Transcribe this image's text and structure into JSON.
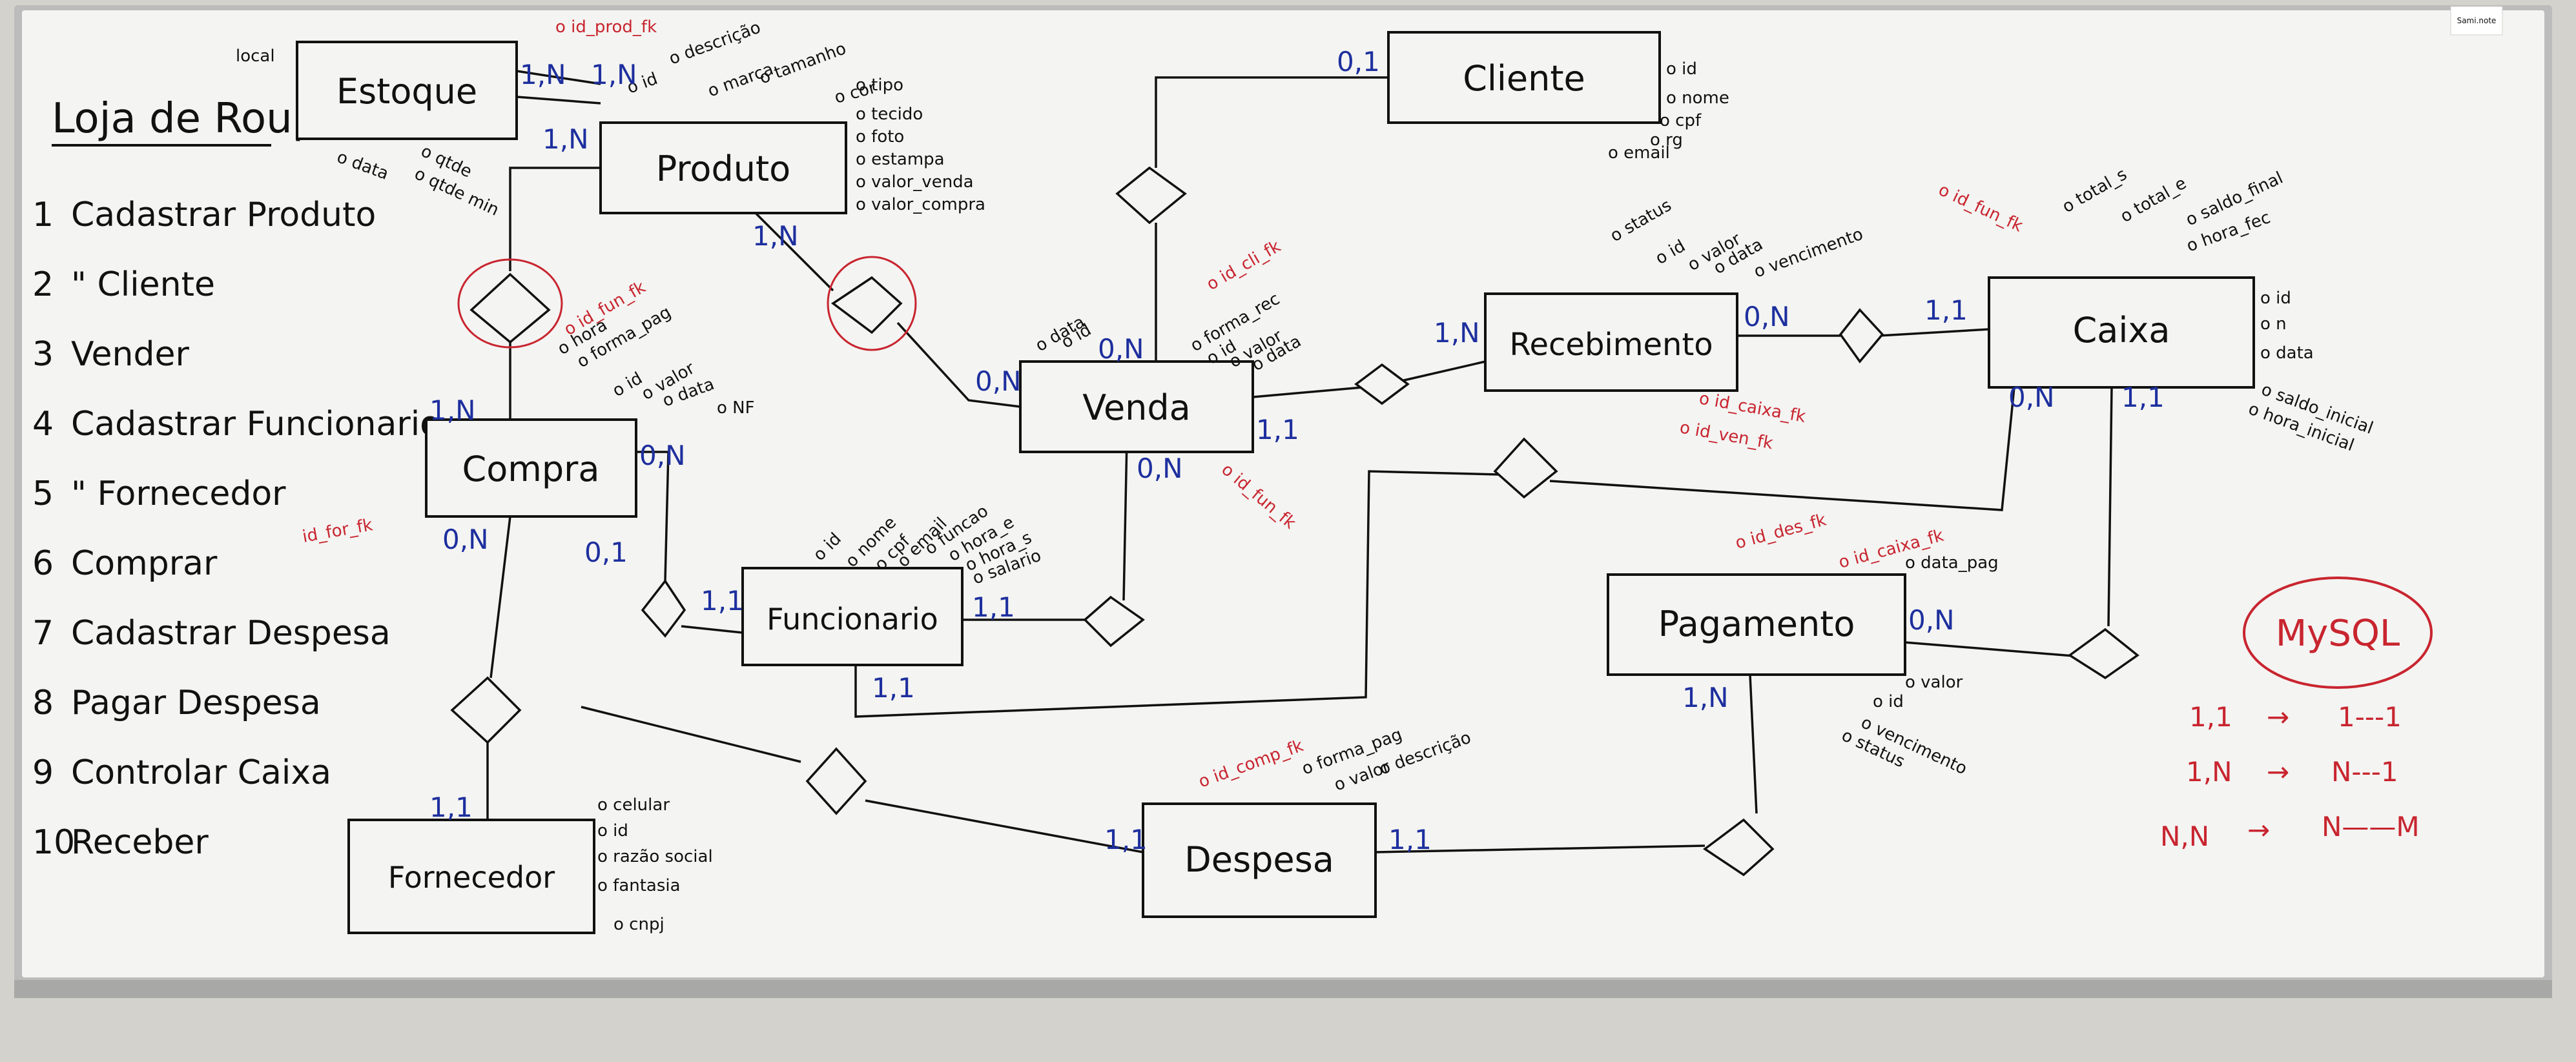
{
  "title": "Loja de Roupa",
  "requirements": [
    {
      "num": "1",
      "text": "Cadastrar Produto"
    },
    {
      "num": "2",
      "text": "\"   Cliente"
    },
    {
      "num": "3",
      "text": "Vender"
    },
    {
      "num": "4",
      "text": "Cadastrar Funcionario"
    },
    {
      "num": "5",
      "text": "\"   Fornecedor"
    },
    {
      "num": "6",
      "text": "Comprar"
    },
    {
      "num": "7",
      "text": "Cadastrar Despesa"
    },
    {
      "num": "8",
      "text": "Pagar Despesa"
    },
    {
      "num": "9",
      "text": "Controlar Caixa"
    },
    {
      "num": "10",
      "text": "Receber"
    }
  ],
  "entities": {
    "estoque": "Estoque",
    "produto": "Produto",
    "cliente": "Cliente",
    "venda": "Venda",
    "compra": "Compra",
    "funcionario": "Funcionario",
    "recebimento": "Recebimento",
    "caixa": "Caixa",
    "pagamento": "Pagamento",
    "despesa": "Despesa",
    "fornecedor": "Fornecedor"
  },
  "attributes": {
    "estoque": [
      "local",
      "o data",
      "o qtde",
      "o qtde min"
    ],
    "estoque_fk": "o id_prod_fk",
    "produto": [
      "o id",
      "o descrição",
      "o marca",
      "o tamanho",
      "o cor",
      "o tipo",
      "o tecido",
      "o foto",
      "o estampa",
      "o valor_venda",
      "o valor_compra"
    ],
    "cliente": [
      "o id",
      "o nome",
      "o cpf",
      "o rg",
      "o email"
    ],
    "venda": [
      "o data",
      "o id"
    ],
    "venda_fks": [
      "o id_cli_fk",
      "o id_fun_fk"
    ],
    "recebimento": [
      "o status",
      "o id",
      "o valor",
      "o data",
      "o vencimento"
    ],
    "recebimento_fks": [
      "o id_caixa_fk",
      "o id_ven_fk"
    ],
    "caixa": [
      "o total_s",
      "o total_e",
      "o saldo_final",
      "o hora_fec",
      "o id",
      "o n",
      "o data",
      "o saldo_inicial",
      "o hora_inicial"
    ],
    "caixa_fk": "o id_fun_fk",
    "compra": [
      "o hora",
      "o forma_pag",
      "o id",
      "o valor",
      "o data",
      "o NF"
    ],
    "compra_fks": [
      "o id_fun_fk",
      "id_for_fk"
    ],
    "funcionario": [
      "o id",
      "o nome",
      "o cpf",
      "o email",
      "o funcao",
      "o hora_e",
      "o hora_s",
      "o salario"
    ],
    "pagamento": [
      "o data_pag",
      "o valor",
      "o id",
      "o vencimento",
      "o status"
    ],
    "pagamento_fks": [
      "o id_des_fk",
      "o id_caixa_fk"
    ],
    "despesa": [
      "o forma_pag",
      "o valor",
      "o descrição"
    ],
    "despesa_fk": "o id_comp_fk",
    "venda_extra": [
      "o forma_rec",
      "o id",
      "o valor",
      "o data"
    ],
    "fornecedor": [
      "o celular",
      "o id",
      "o razão social",
      "o fantasia",
      "o cnpj"
    ]
  },
  "cardinalities": {
    "estoque_produto_a": "1,N",
    "estoque_produto_b": "1,N",
    "produto_compra": "1,N",
    "produto_venda": "1,N",
    "venda_produto": "0,N",
    "cliente_venda": "0,1",
    "venda_cliente": "0,N",
    "venda_recebimento": "1,1",
    "recebimento_venda": "1,N",
    "recebimento_caixa": "0,N",
    "caixa_recebimento": "1,1",
    "compra_funcionario": "0,N",
    "funcionario_compra": "1,1",
    "compra_fornecedor": "0,N",
    "fornecedor_compra": "1,1",
    "compra_despesa": "0,1",
    "funcionario_venda": "1,1",
    "venda_funcionario": "0,N",
    "funcionario_caixa": "1,1",
    "caixa_funcionario": "0,N",
    "caixa_pagamento": "1,1",
    "pagamento_caixa": "0,N",
    "pagamento_despesa": "1,N",
    "despesa_pagamento": "1,1",
    "despesa_compra": "1,1"
  },
  "legend": {
    "title": "MySQL",
    "rows": [
      {
        "left": "1,1",
        "right": "1---1"
      },
      {
        "left": "1,N",
        "right": "N---1"
      },
      {
        "left": "N,N",
        "right": "N——M"
      }
    ]
  },
  "corner_note": "Sami.note"
}
